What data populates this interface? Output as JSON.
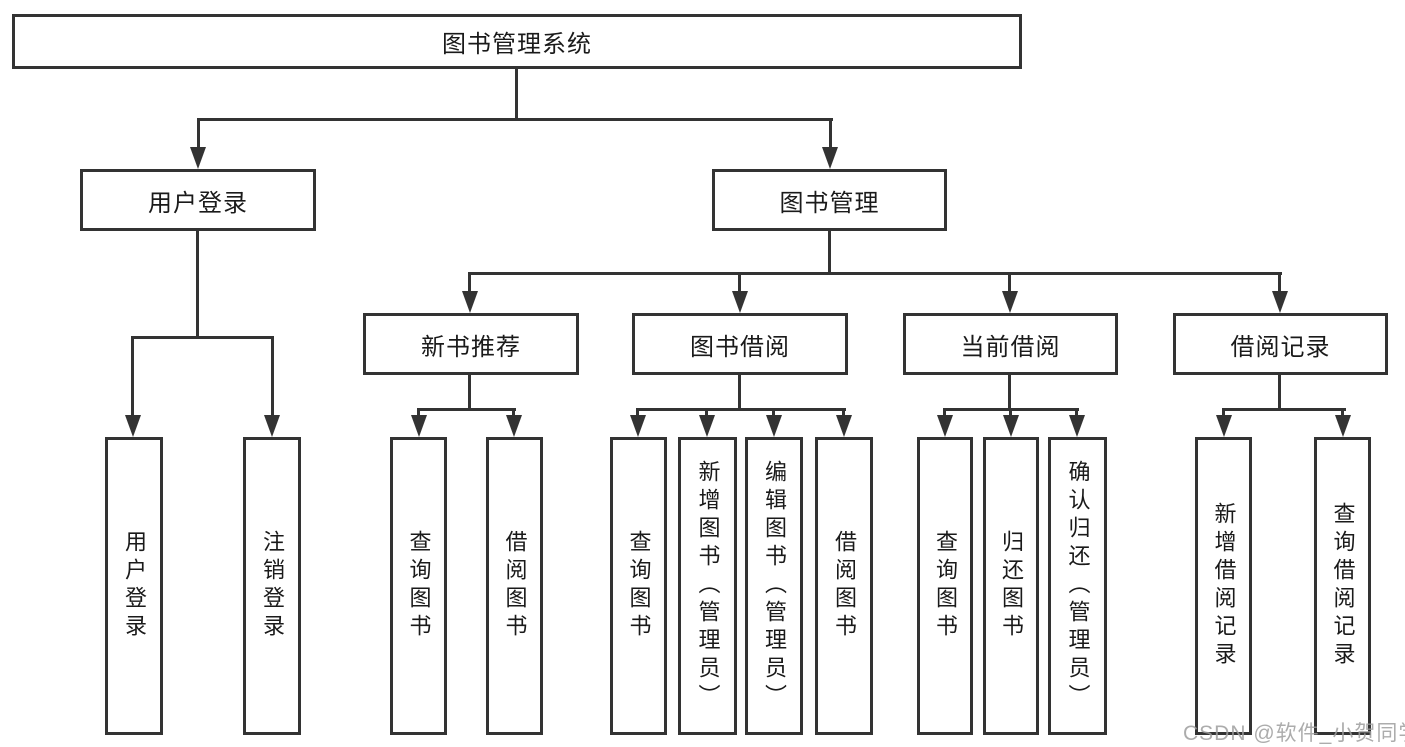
{
  "tree": {
    "label": "图书管理系统",
    "children": [
      {
        "label": "用户登录",
        "children": [
          {
            "label": "用户登录"
          },
          {
            "label": "注销登录"
          }
        ]
      },
      {
        "label": "图书管理",
        "children": [
          {
            "label": "新书推荐",
            "children": [
              {
                "label": "查询图书"
              },
              {
                "label": "借阅图书"
              }
            ]
          },
          {
            "label": "图书借阅",
            "children": [
              {
                "label": "查询图书"
              },
              {
                "label": "新增图书（管理员）"
              },
              {
                "label": "编辑图书（管理员）"
              },
              {
                "label": "借阅图书"
              }
            ]
          },
          {
            "label": "当前借阅",
            "children": [
              {
                "label": "查询图书"
              },
              {
                "label": "归还图书"
              },
              {
                "label": "确认归还（管理员）"
              }
            ]
          },
          {
            "label": "借阅记录",
            "children": [
              {
                "label": "新增借阅记录"
              },
              {
                "label": "查询借阅记录"
              }
            ]
          }
        ]
      }
    ]
  },
  "watermark": {
    "text": "CSDN @软件_小贺同学"
  },
  "colors": {
    "line": "#333333",
    "box_border": "#333333",
    "text": "#1a1a1a",
    "background": "#ffffff",
    "watermark": "#9e9e9e"
  }
}
